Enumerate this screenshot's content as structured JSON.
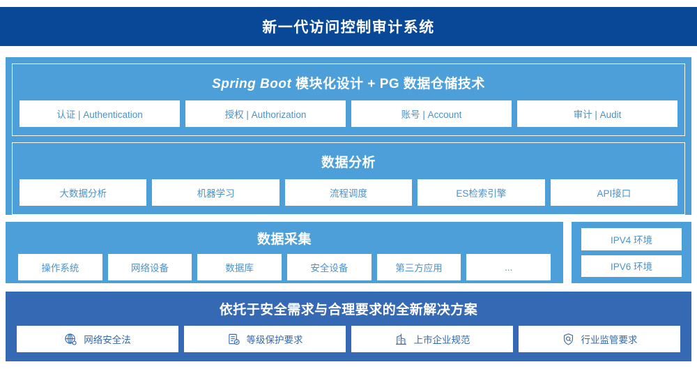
{
  "header": {
    "title": "新一代访问控制审计系统"
  },
  "platform": {
    "modules": {
      "title_italic": "Spring Boot",
      "title_rest": " 模块化设计 + PG 数据仓储技术",
      "cards": [
        "认证 | Authentication",
        "授权 | Authorization",
        "账号 | Account",
        "审计 | Audit"
      ]
    },
    "analysis": {
      "title": "数据分析",
      "cards": [
        "大数据分析",
        "机器学习",
        "流程调度",
        "ES检索引擎",
        "API接口"
      ]
    }
  },
  "collect": {
    "title": "数据采集",
    "cards": [
      "操作系统",
      "网络设备",
      "数据库",
      "安全设备",
      "第三方应用",
      "..."
    ],
    "environments": [
      "IPV4 环境",
      "IPV6 环境"
    ]
  },
  "solution": {
    "title": "依托于安全需求与合理要求的全新解决方案",
    "cards": [
      {
        "label": "网络安全法",
        "icon": "globe-icon"
      },
      {
        "label": "等级保护要求",
        "icon": "document-check-icon"
      },
      {
        "label": "上市企业规范",
        "icon": "building-icon"
      },
      {
        "label": "行业监管要求",
        "icon": "shield-search-icon"
      }
    ]
  },
  "colors": {
    "header_blue": "#094897",
    "light_blue": "#4d9fda",
    "mid_blue": "#3569b3",
    "card_text_blue": "#4a92cf",
    "solution_text_blue": "#3569b3",
    "white": "#ffffff"
  }
}
